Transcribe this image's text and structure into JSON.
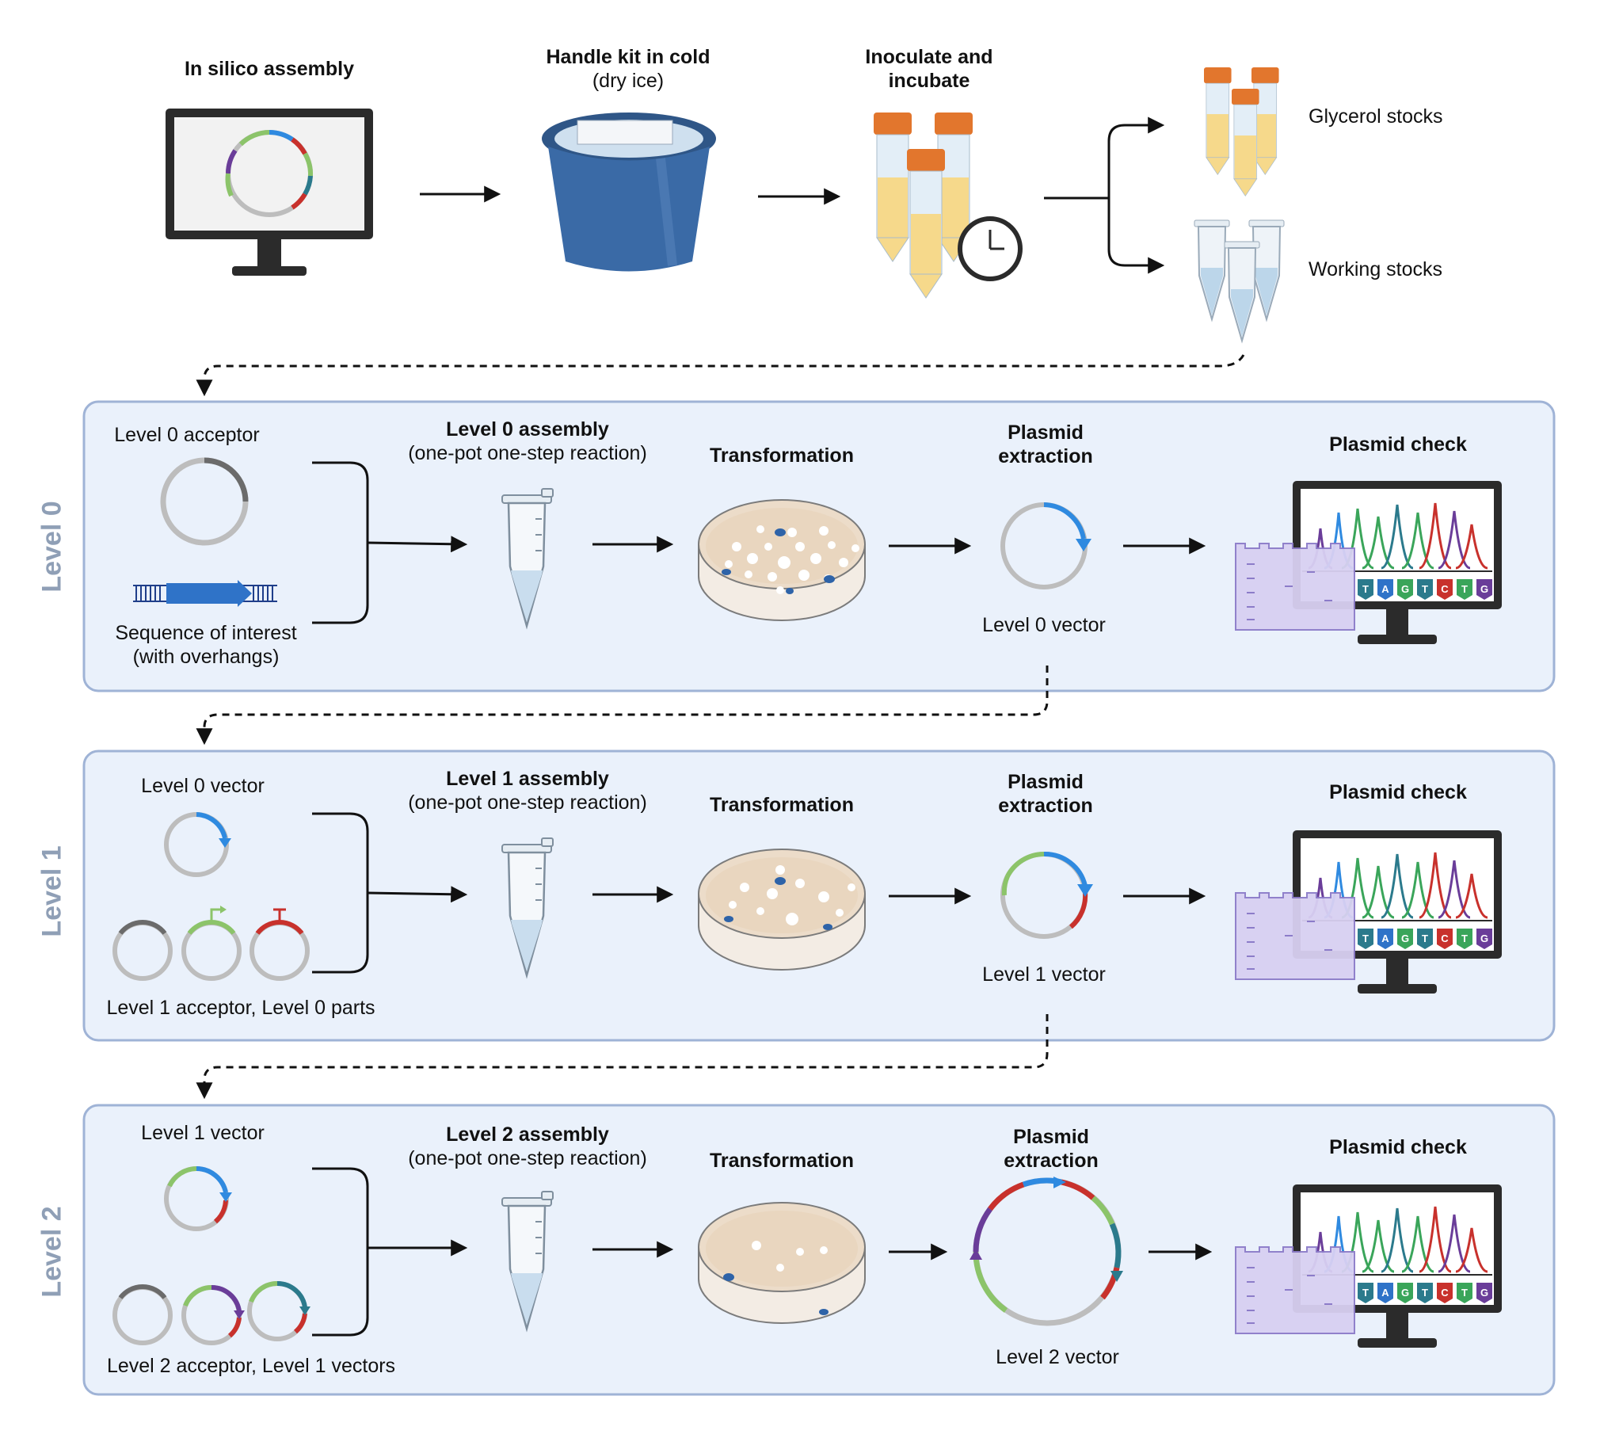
{
  "top": {
    "in_silico": "In silico assembly",
    "handle_kit": "Handle kit in cold",
    "dry_ice": "(dry ice)",
    "inoculate_1": "Inoculate and",
    "inoculate_2": "incubate",
    "glycerol": "Glycerol stocks",
    "working": "Working stocks"
  },
  "levels": [
    {
      "name": "Level 0",
      "input_top": "Level 0 acceptor",
      "input_bottom_1": "Sequence of interest",
      "input_bottom_2": "(with overhangs)",
      "assembly": "Level 0 assembly",
      "reaction": "(one-pot one-step reaction)",
      "transformation": "Transformation",
      "plasmid_1": "Plasmid",
      "plasmid_2": "extraction",
      "vector": "Level 0 vector",
      "check": "Plasmid check"
    },
    {
      "name": "Level 1",
      "input_top": "Level 0 vector",
      "input_bottom_1": "Level 1 acceptor, Level 0 parts",
      "assembly": "Level 1 assembly",
      "reaction": "(one-pot one-step reaction)",
      "transformation": "Transformation",
      "plasmid_1": "Plasmid",
      "plasmid_2": "extraction",
      "vector": "Level 1 vector",
      "check": "Plasmid check"
    },
    {
      "name": "Level 2",
      "input_top": "Level 1 vector",
      "input_bottom_1": "Level 2 acceptor, Level 1 vectors",
      "assembly": "Level 2 assembly",
      "reaction": "(one-pot one-step reaction)",
      "transformation": "Transformation",
      "plasmid_1": "Plasmid",
      "plasmid_2": "extraction",
      "vector": "Level 2 vector",
      "check": "Plasmid check"
    }
  ],
  "dna_bases": [
    "T",
    "A",
    "G",
    "T",
    "C",
    "T",
    "G"
  ],
  "colors": {
    "panel_fill": "#eaf1fb",
    "panel_border": "#9fb3d6",
    "level_label": "#8f9fb6",
    "blue": "#2f8ae0",
    "green": "#8cc46a",
    "red": "#c8312c",
    "purple": "#6a3d99",
    "teal": "#2b7a8c",
    "grey_ring": "#bdbdbd",
    "bucket": "#3a6aa6",
    "tube_cap": "#e2762d",
    "media": "#f6d98b",
    "plate": "#ecdcc9",
    "gel": "#d8d0f2"
  }
}
